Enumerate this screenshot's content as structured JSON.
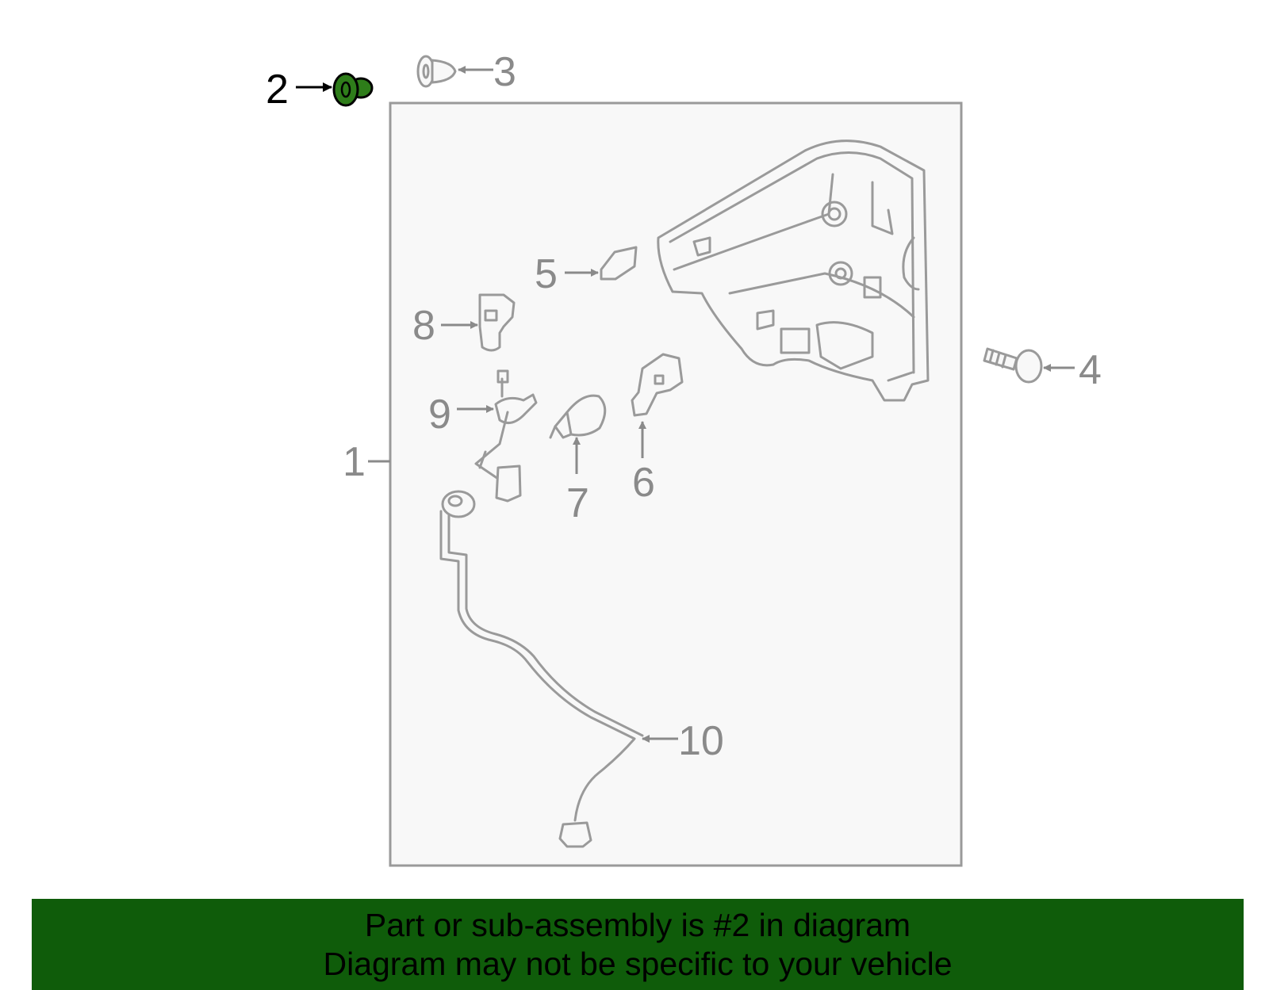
{
  "colors": {
    "highlight_part": "#2e7d1a",
    "banner_bg": "#0f5c0a",
    "line_gray": "#9a9a9a",
    "label_gray": "#8a8a8a",
    "box_bg": "#f8f8f8"
  },
  "highlighted_callout": "2",
  "callouts": [
    {
      "id": "1",
      "label": "1"
    },
    {
      "id": "2",
      "label": "2"
    },
    {
      "id": "3",
      "label": "3"
    },
    {
      "id": "4",
      "label": "4"
    },
    {
      "id": "5",
      "label": "5"
    },
    {
      "id": "6",
      "label": "6"
    },
    {
      "id": "7",
      "label": "7"
    },
    {
      "id": "8",
      "label": "8"
    },
    {
      "id": "9",
      "label": "9"
    },
    {
      "id": "10",
      "label": "10"
    }
  ],
  "banner": {
    "line1": "Part or sub-assembly is #2 in diagram",
    "line2": "Diagram may not be specific to your vehicle"
  }
}
